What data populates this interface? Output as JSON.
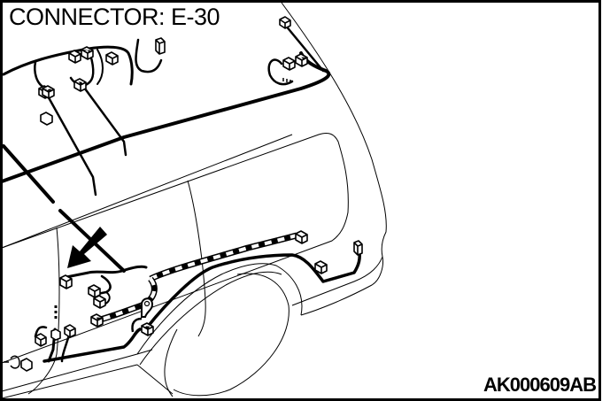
{
  "diagram": {
    "title": "CONNECTOR: E-30",
    "figure_code": "AK000609AB",
    "subject": "vehicle rear body wiring harness, left side view",
    "highlighted_connector": "E-30",
    "pointer": "arrow-pointing-to-connector-e30",
    "colors": {
      "line": "#000000",
      "background": "#ffffff"
    }
  }
}
